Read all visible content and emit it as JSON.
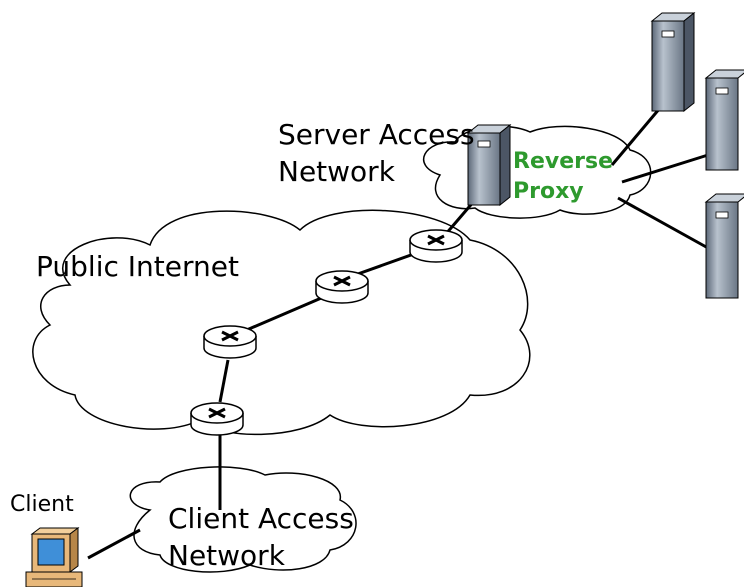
{
  "labels": {
    "server_access_line1": "Server Access",
    "server_access_line2": "Network",
    "reverse_proxy_line1": "Reverse",
    "reverse_proxy_line2": "Proxy",
    "public_internet": "Public Internet",
    "client": "Client",
    "client_access_line1": "Client Access",
    "client_access_line2": "Network"
  },
  "colors": {
    "proxy_text": "#2e9a2e",
    "server_body": "#8a97a6",
    "monitor_screen": "#3f8fd8",
    "computer_body": "#e8b87a"
  },
  "icons": [
    "router-icon",
    "server-icon",
    "reverse-proxy-server-icon",
    "client-computer-icon",
    "cloud-icon"
  ]
}
